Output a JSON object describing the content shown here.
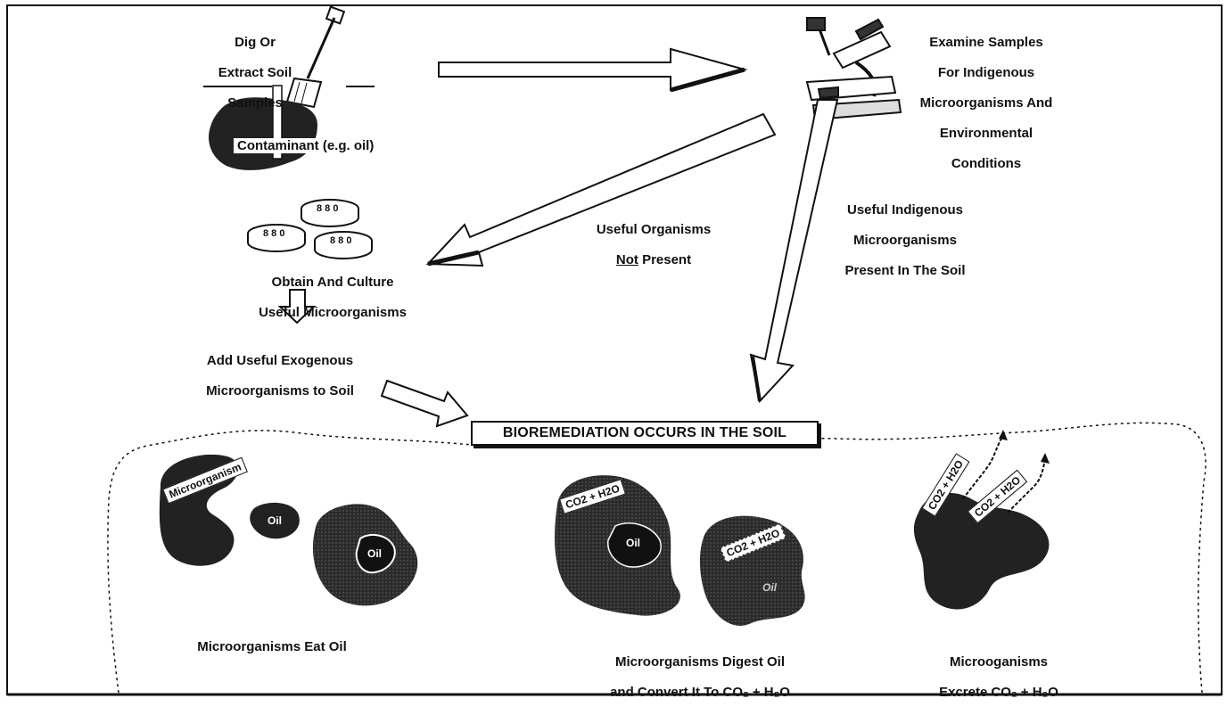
{
  "steps": {
    "dig": [
      "Dig Or",
      "Extract Soil",
      "Samples"
    ],
    "contaminant": "Contaminant (e.g. oil)",
    "examine": [
      "Examine Samples",
      "For Indigenous",
      "Microorganisms And",
      "Environmental",
      "Conditions"
    ],
    "not_present_line1": "Useful Organisms",
    "not_present_word": "Not",
    "not_present_rest": "Present",
    "present": [
      "Useful Indigenous",
      "Microorganisms",
      "Present In The Soil"
    ],
    "culture": [
      "Obtain And Culture",
      "Useful Microorganisms"
    ],
    "add": [
      "Add Useful Exogenous",
      "Microorganisms to Soil"
    ],
    "result": "BIOREMEDIATION OCCURS IN THE SOIL"
  },
  "panels": {
    "eat": {
      "caption": "Microorganisms Eat Oil",
      "microbe_label": "Microorganism",
      "oil_label": "Oil"
    },
    "digest": {
      "caption_line1": "Microorganisms Digest Oil",
      "caption_line2": "and Convert It To CO₂ + H₂O",
      "gas_label": "CO2 + H2O",
      "oil_label": "Oil"
    },
    "excrete": {
      "caption_line1": "Microoganisms",
      "caption_line2": "Excrete CO₂ + H₂O",
      "gas_label": "CO2 + H2O"
    }
  },
  "dish_label": "8 8 0",
  "colors": {
    "ink": "#111111",
    "paper": "#ffffff",
    "blob": "#2b2b2b"
  }
}
